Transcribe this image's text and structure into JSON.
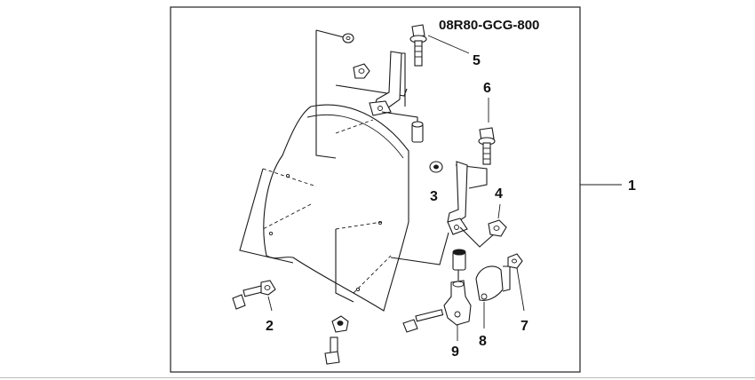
{
  "diagram": {
    "part_code": "08R80-GCG-800",
    "callouts": [
      "1",
      "2",
      "3",
      "4",
      "5",
      "6",
      "7",
      "8",
      "9"
    ],
    "icons": [
      "windscreen",
      "bolt",
      "washer",
      "nut",
      "bracket",
      "collar",
      "clamp"
    ]
  }
}
